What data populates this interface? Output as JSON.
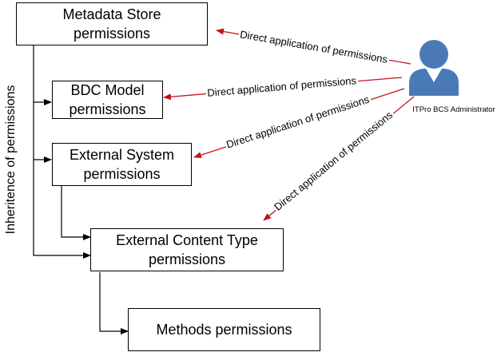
{
  "diagram": {
    "boxes": {
      "metadata_store": "Metadata Store\npermissions",
      "bdc_model": "BDC Model\npermissions",
      "external_system": "External System\npermissions",
      "external_content_type": "External Content Type\npermissions",
      "methods": "Methods permissions"
    },
    "side_label": "Inheritence of permissions",
    "arrow_label": "Direct application of permissions",
    "actor": {
      "name": "ITPro BCS Administrator",
      "icon": "user-admin-icon",
      "icon_color": "#4a7ab5"
    },
    "colors": {
      "direct_arrow": "#c0141c",
      "inherit_arrow": "#000000"
    }
  }
}
